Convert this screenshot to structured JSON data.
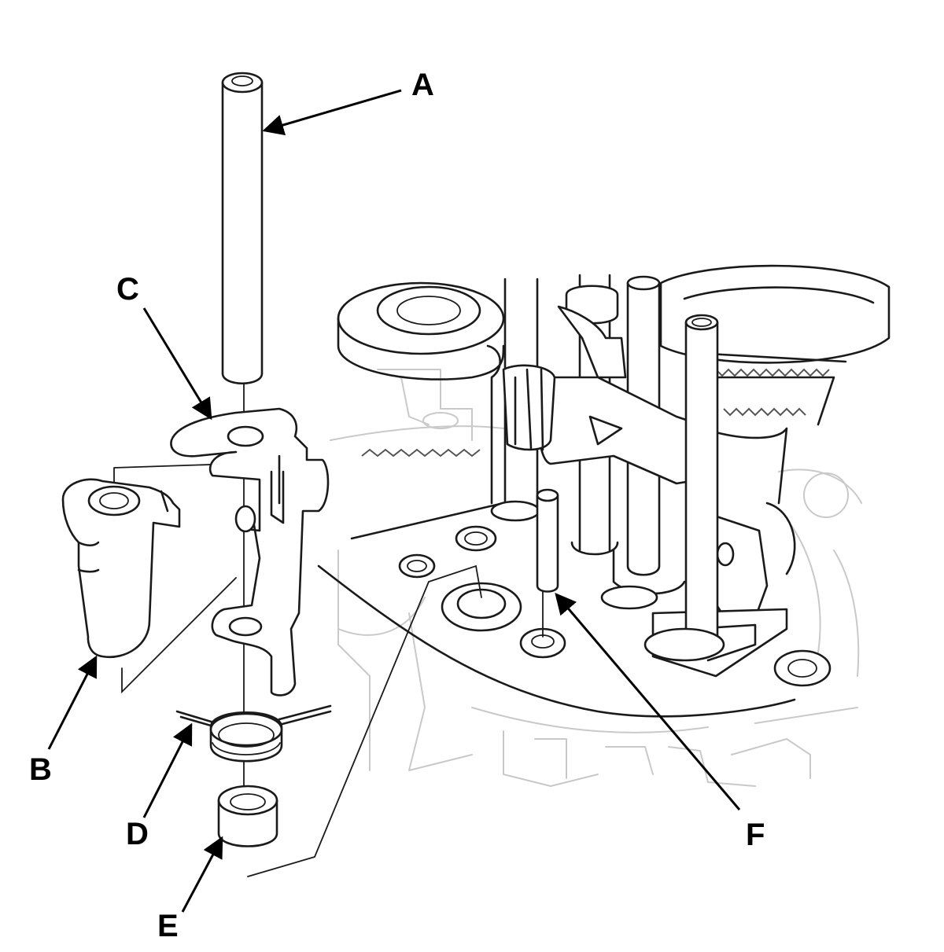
{
  "callouts": {
    "a": "A",
    "b": "B",
    "c": "C",
    "d": "D",
    "e": "E",
    "f": "F"
  },
  "colors": {
    "line": "#1a1a1a",
    "background_detail": "#c9c9c9",
    "paper": "#ffffff"
  }
}
